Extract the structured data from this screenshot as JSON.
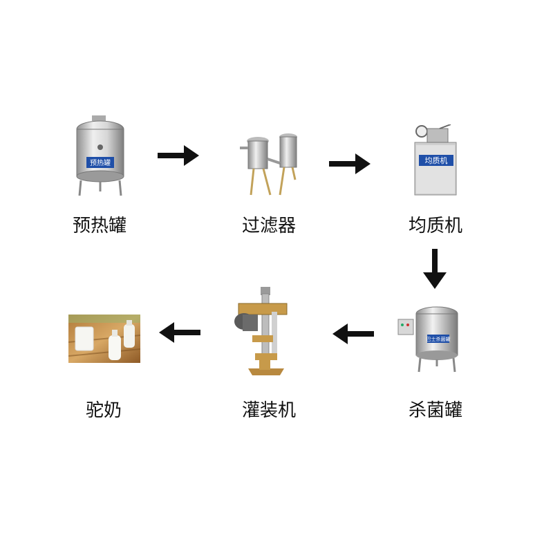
{
  "steps": [
    {
      "label": "预热罐",
      "plate": "预热罐"
    },
    {
      "label": "过滤器"
    },
    {
      "label": "均质机",
      "plate": "均质机"
    },
    {
      "label": "杀菌罐",
      "plate": "巴士杀菌罐"
    },
    {
      "label": "灌装机"
    },
    {
      "label": "驼奶"
    }
  ],
  "flow": [
    "预热罐",
    "过滤器",
    "均质机",
    "杀菌罐",
    "灌装机",
    "驼奶"
  ],
  "colors": {
    "steel": "#c9c9c9",
    "plate": "#1f4fa8",
    "arrow": "#111111",
    "wood": "#c79a4a"
  }
}
